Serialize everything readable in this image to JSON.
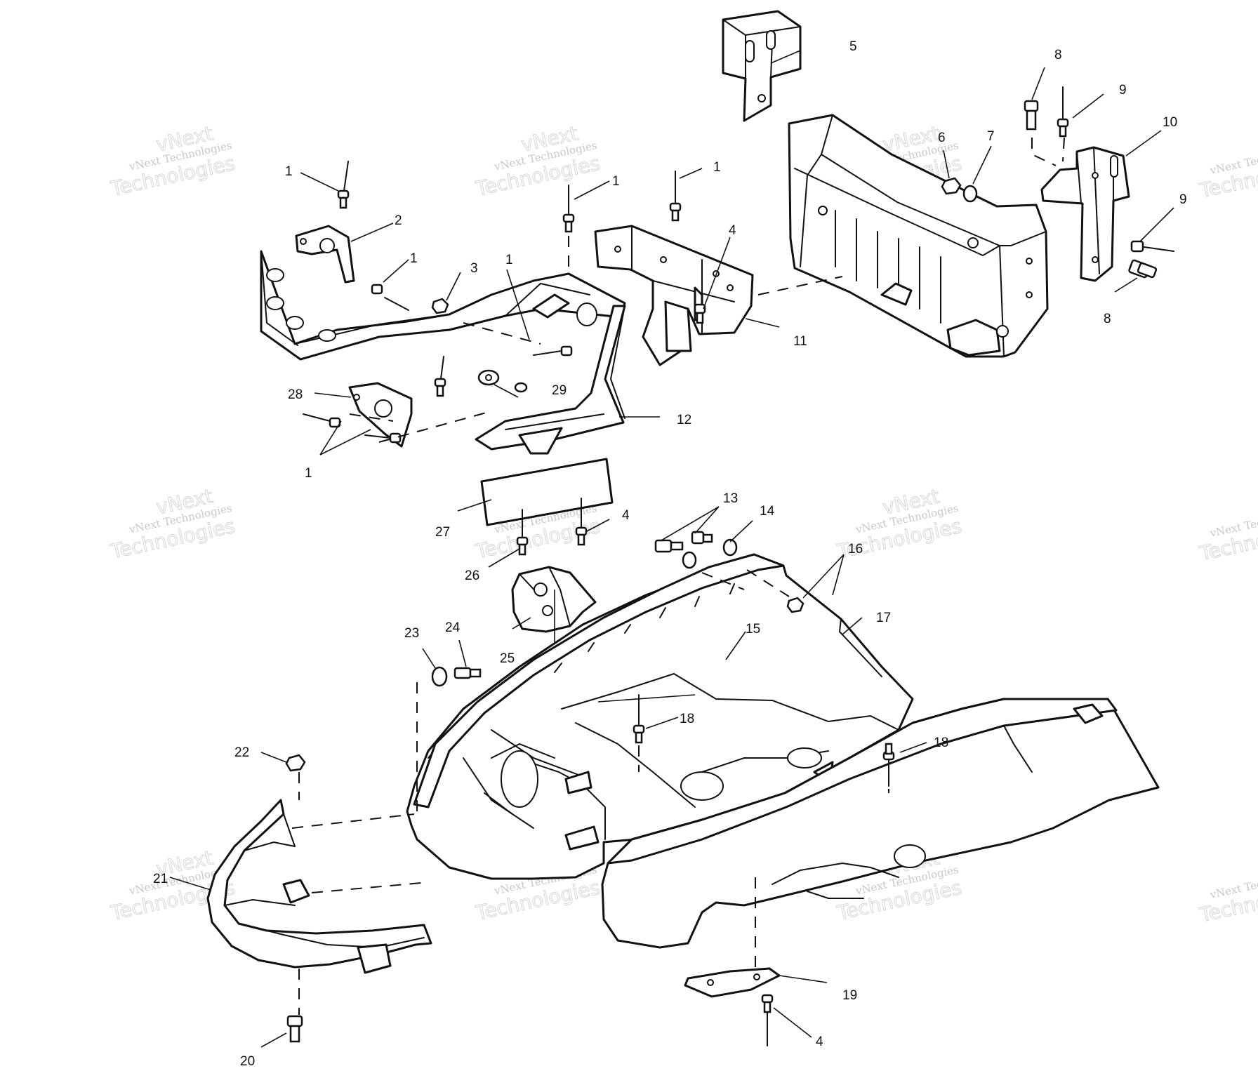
{
  "watermark": {
    "small": "vNext Technologies",
    "top": "vNext",
    "big": "Technologies",
    "partial_small": "vNext Tec",
    "partial_big": "Techno"
  },
  "callouts": {
    "c1a": "1",
    "c1b": "1",
    "c1c": "1",
    "c1d": "1",
    "c1e": "1",
    "c1f": "1",
    "c2": "2",
    "c3": "3",
    "c4a": "4",
    "c4b": "4",
    "c4c": "4",
    "c5": "5",
    "c6": "6",
    "c7": "7",
    "c8a": "8",
    "c8b": "8",
    "c9a": "9",
    "c9b": "9",
    "c10": "10",
    "c11": "11",
    "c12": "12",
    "c13": "13",
    "c14": "14",
    "c15": "15",
    "c16": "16",
    "c17": "17",
    "c18a": "18",
    "c18b": "18",
    "c19": "19",
    "c20": "20",
    "c21": "21",
    "c22": "22",
    "c23": "23",
    "c24": "24",
    "c25": "25",
    "c26": "26",
    "c27": "27",
    "c28": "28",
    "c29": "29"
  }
}
